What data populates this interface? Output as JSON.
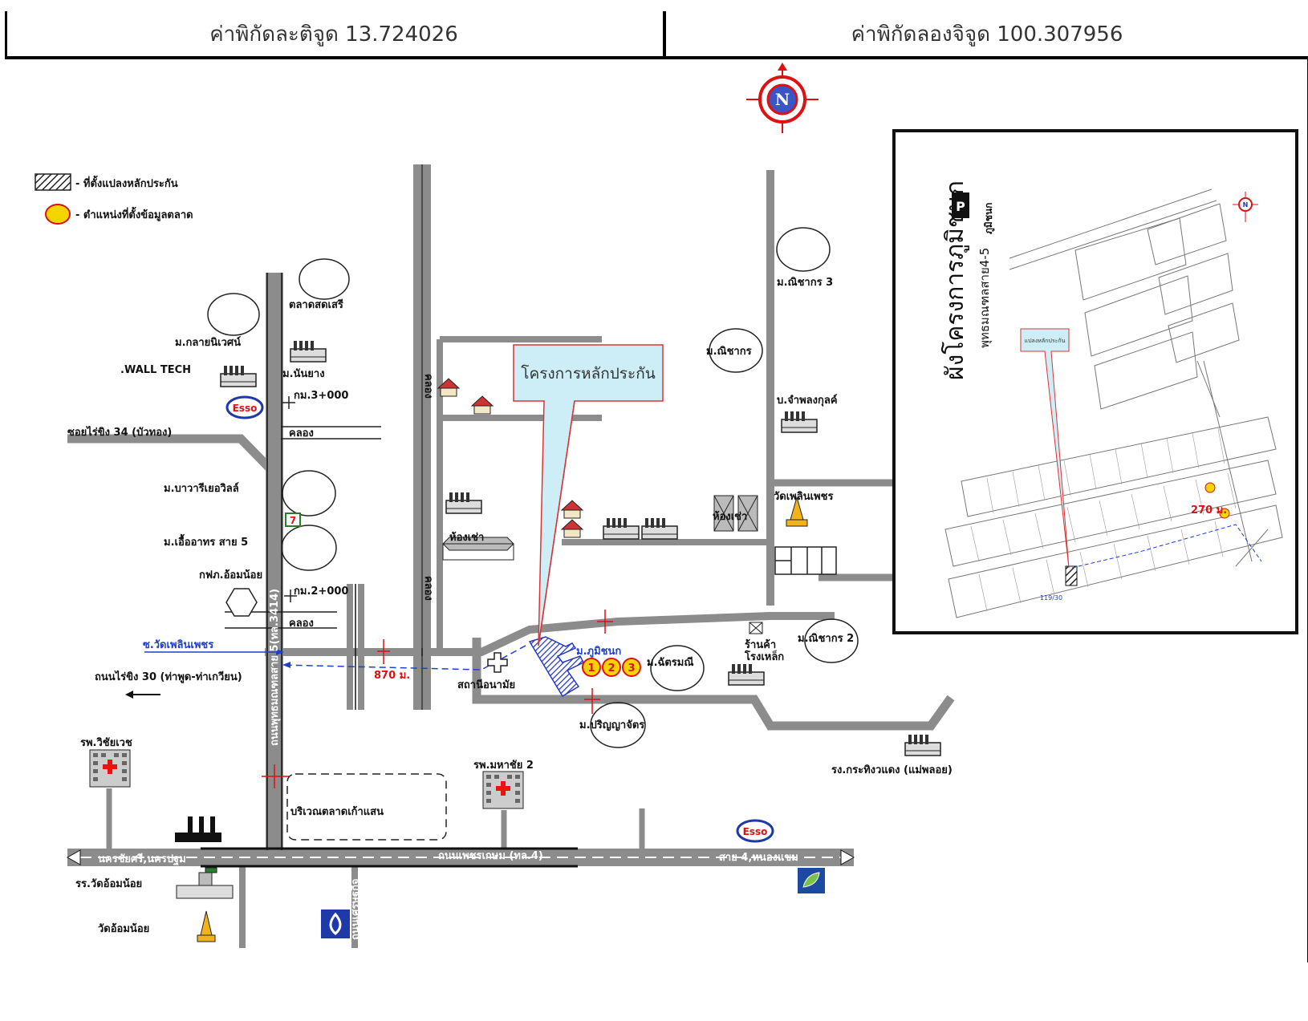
{
  "header": {
    "latitude_label": "ค่าพิกัดละติจูด 13.724026",
    "longitude_label": "ค่าพิกัดลองจิจูด 100.307956"
  },
  "compass": {
    "letter": "N"
  },
  "legend": {
    "collateral_plot": "- ที่ตั้งแปลงหลักประกัน",
    "market_data_position": "- ตำแหน่งที่ตั้งข้อมูลตลาด"
  },
  "callout": {
    "project_collateral": "โครงการหลักประกัน"
  },
  "labels": {
    "talad_sod_seri": "ตลาดสดเสรี",
    "m_klai_niwet": "ม.กลายนิเวศน์",
    "wall_tech": ".WALL TECH",
    "m_nanyang": "ม.นันยาง",
    "km_3000": "กม.3+000",
    "soi_raising_34": "ซอยไร่ขิง 34 (บัวทอง)",
    "khlong_1": "คลอง",
    "m_bawaree_ville": "ม.บาวารีเยอวิลล์",
    "m_uea_athon": "ม.เอื้ออาทร สาย 5",
    "kfk_om_noi": "กฟภ.อ้อมน้อย",
    "km_2000": "กม.2+000",
    "khlong_2": "คลอง",
    "khlong_3": "คลอง",
    "khlong_4": "คลอง",
    "wat_phloen_phet_road": "ซ.วัดเพลินเพชร",
    "raising_30": "ถนนไร่ขิง 30 (ท่าพูด-ท่าเกวียน)",
    "dist_870": "870 ม.",
    "phutthamonthon_road": "ถนนพุทธมณฑลสาย 5(ทล.3414)",
    "health_station": "สถานีอนามัย",
    "m_phumichok": "ม.ภูมิชนก",
    "market_1": "1",
    "market_2": "2",
    "market_3": "3",
    "m_chatthamon": "ม.ฉัตรมณี",
    "m_pinyarat": "ม.ปริญญาจัตร",
    "m_nisakorn_3": "ม.ณิชากร 3",
    "m_nisakorn": "ม.ณิชากร",
    "m_nisakorn_2": "ม.ณิชากร 2",
    "b_chamnongkul": "บ.จำพลงกุลค์",
    "wat_phloen_phet": "วัดเพลินเพชร",
    "hong_chao_1": "ห้องเช่า",
    "hong_chao_2": "ห้องเช่า",
    "steel_shop": "ร้านค้า\nโรงเหล็ก",
    "rp_wichaiwet": "รพ.วิชัยเวช",
    "rp_mahachai2": "รพ.มหาชัย 2",
    "kratha_factory": "รง.กระทิงวแดง (แม่พลอย)",
    "talad_kao_saen": "บริเวณตลาดเก้าแสน",
    "nakhonchai_si": "นครชัยศรี,นครปฐม",
    "phetkasem_road": "ถนนเพชรเกษม (ทล.4)",
    "sai4_nongkhaem": "สาย 4,หนองแขม",
    "school_om_noi": "รร.วัดอ้อมน้อย",
    "wat_om_noi": "วัดอ้อมน้อย",
    "setthakit_road": "ถนนเศรษฐกิจ",
    "esso_1": "Esso",
    "esso_2": "Esso"
  },
  "inset": {
    "title": "ผังโครงการภูมิชนก",
    "subtitle": "พุทธมณฑลสาย4-5",
    "brand": "ภูมิชนก",
    "callout": "แปลงหลักประกัน",
    "plot_no": "119/30",
    "dist": "270 ม.",
    "compass_letter": "N"
  },
  "colors": {
    "road": "#8c8c8c",
    "callout_fill": "#cdeef6",
    "callout_border": "#d33",
    "marker": "#f5d400",
    "accent_blue": "#1f3fcc"
  }
}
